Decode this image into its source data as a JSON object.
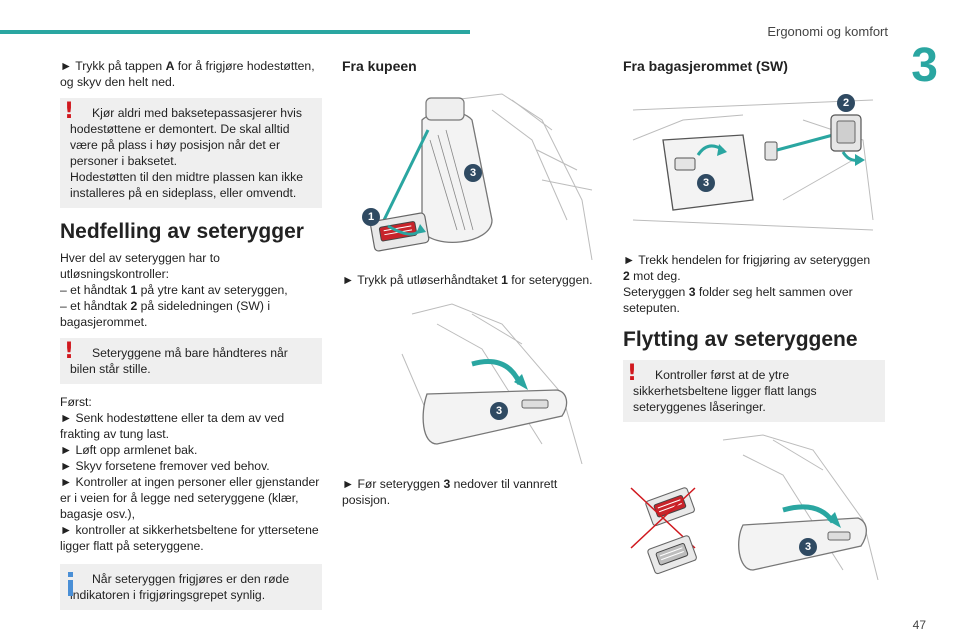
{
  "header": {
    "section": "Ergonomi og komfort",
    "chapter": "3"
  },
  "footer": {
    "page": "47"
  },
  "col1": {
    "intro_pre": "► Trykk på tappen ",
    "intro_bold": "A",
    "intro_post": " for å frigjøre hodestøtten, og skyv den helt ned.",
    "warn1_line1": "Kjør aldri med baksetepassasjerer hvis hodestøttene er demontert. De skal alltid være på plass i høy posisjon når det er personer i baksetet.",
    "warn1_line2": "Hodestøtten til den midtre plassen kan ikke installeres på en sideplass, eller omvendt.",
    "heading": "Nedfelling av seterygger",
    "para1": "Hver del av seteryggen har to utløsningskontroller:",
    "para1_item1_pre": "– et håndtak ",
    "para1_item1_bold": "1",
    "para1_item1_post": " på ytre kant av seteryggen,",
    "para1_item2_pre": "– et håndtak ",
    "para1_item2_bold": "2",
    "para1_item2_post": " på sideledningen (SW) i bagasjerommet.",
    "warn2": "Seteryggene må bare håndteres når bilen står stille.",
    "first": "Først:",
    "step1": "► Senk hodestøttene eller ta dem av ved frakting av tung last.",
    "step2": "► Løft opp armlenet bak.",
    "step3": "► Skyv forsetene fremover ved behov.",
    "step4": "► Kontroller at ingen personer eller gjenstander er i veien for å legge ned seteryggene (klær, bagasje osv.),",
    "step5": "► kontroller at sikkerhetsbeltene for yttersetene ligger flatt på seteryggene.",
    "info": "Når seteryggen frigjøres er den røde indikatoren i frigjøringsgrepet synlig."
  },
  "col2": {
    "heading": "Fra kupeen",
    "cap1_pre": "► Trykk på utløserhåndtaket ",
    "cap1_bold": "1",
    "cap1_post": " for seteryggen.",
    "cap2_pre": "► Før seteryggen ",
    "cap2_bold": "3",
    "cap2_post": " nedover til vannrett posisjon.",
    "badge_1": "1",
    "badge_3a": "3",
    "badge_3b": "3"
  },
  "col3": {
    "heading": "Fra bagasjerommet (SW)",
    "cap1": "► Trekk hendelen for frigjøring av seteryggen",
    "cap1b_bold": "2",
    "cap1b_post": " mot deg.",
    "cap2_pre": "Seteryggen ",
    "cap2_bold": "3",
    "cap2_post": " folder seg helt sammen over seteputen.",
    "heading2": "Flytting av seteryggene",
    "warn": "Kontroller først at de ytre sikkerhetsbeltene ligger flatt langs seteryggenes låseringer.",
    "badge_2": "2",
    "badge_3a": "3",
    "badge_3b": "3"
  },
  "colors": {
    "accent": "#2aa6a1",
    "warning": "#d0181e",
    "info": "#4a8fd6",
    "badge": "#2f4a62"
  }
}
